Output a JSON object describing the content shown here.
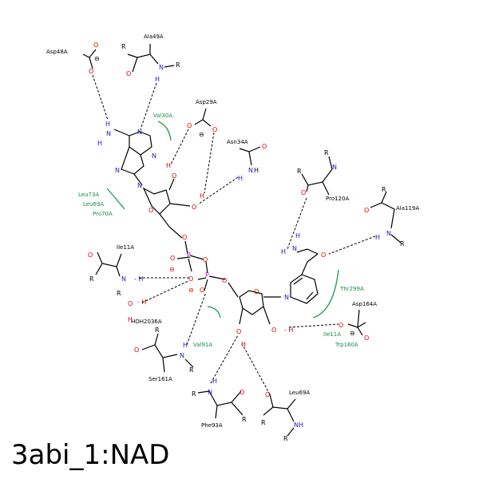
{
  "title": "3abi_1:NAD",
  "residues_hbond": [
    "Asp48A",
    "Ala49A",
    "Asp29A",
    "Asn34A",
    "Pro120A",
    "Ala119A",
    "Ile11A",
    "HOH2036A",
    "Ser161A",
    "Asp164A",
    "Phe93A",
    "Leu69A"
  ],
  "residues_hydrophobic": [
    "Val30A",
    "Leu73A",
    "Leu69A",
    "Pro70A",
    "Thr299A",
    "Val91A",
    "Ile11A",
    "Trp160A"
  ],
  "colors": {
    "oxygen": "#e00000",
    "nitrogen": "#1a1acc",
    "phosphorus": "#cc00cc",
    "hydrophobic": "#1a9c4e"
  }
}
